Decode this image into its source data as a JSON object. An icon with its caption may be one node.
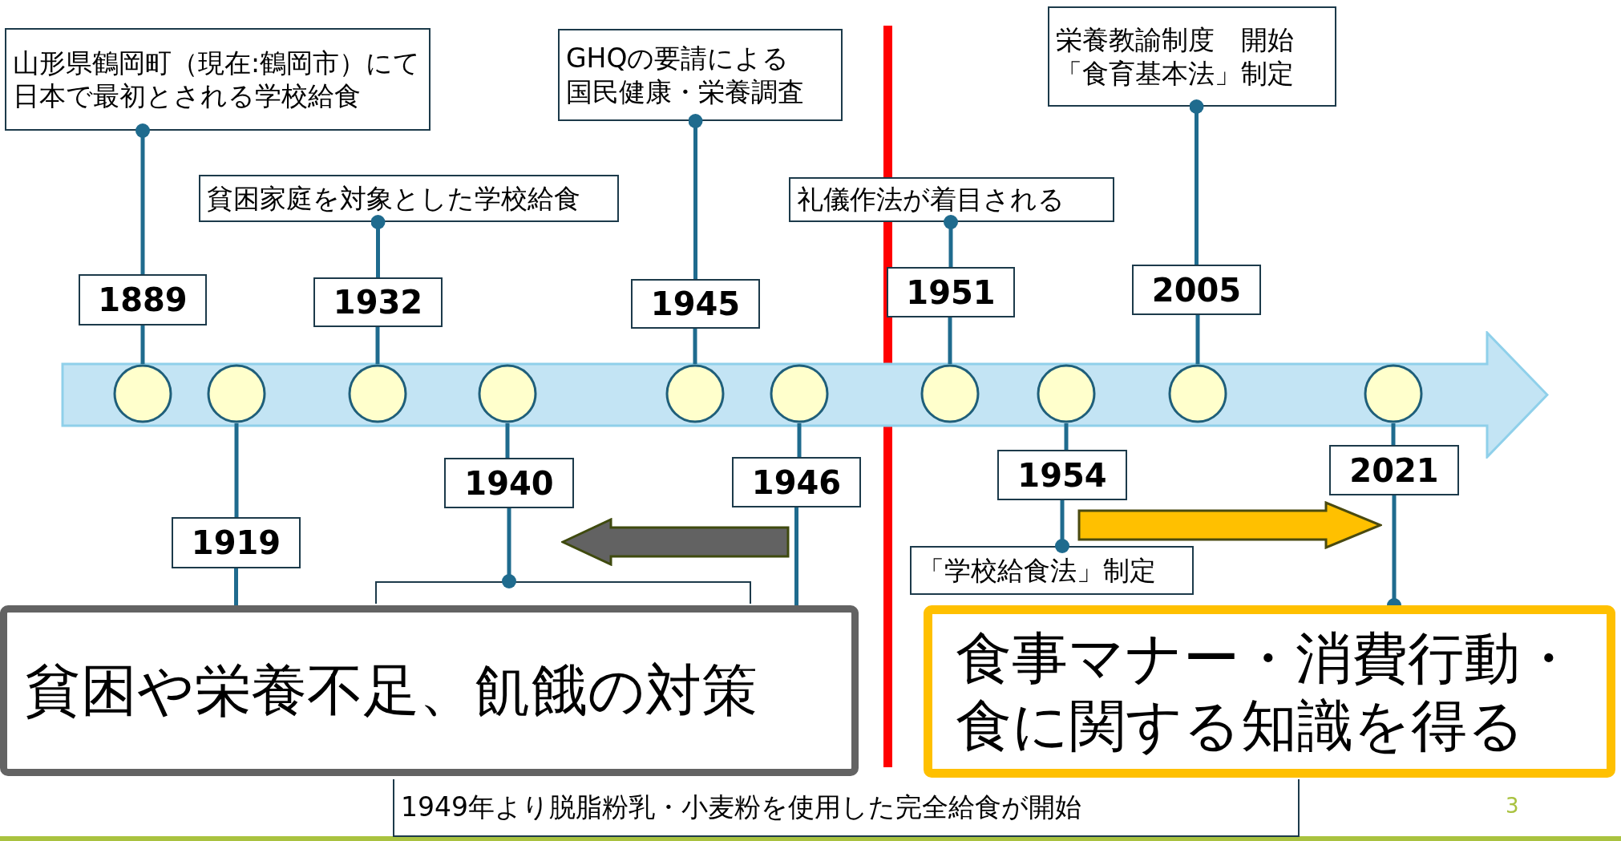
{
  "diagram": {
    "nodes": [
      {
        "text": [
          "山形県鶴岡町（現在:鶴岡市）にて日本で最初とされる学校給食"
        ]
      },
      {
        "text": [
          "GHQの要請による国民健康・栄養調査"
        ]
      },
      {
        "text": [
          "栄養教諭制度　開始「食育基本法」制定"
        ]
      },
      {
        "text": [
          "貧困家庭を対象とした学校給食"
        ]
      },
      {
        "text": [
          "礼儀作法が着目される"
        ]
      },
      {
        "text": [
          "1889"
        ]
      },
      {
        "text": [
          "1932"
        ]
      },
      {
        "text": [
          "1945"
        ]
      },
      {
        "text": [
          "1951"
        ]
      },
      {
        "text": [
          "2005"
        ]
      },
      {
        "text": [],
        "shape": "arrow"
      },
      {
        "text": [],
        "shape": "circle",
        "in": 10
      },
      {
        "text": [],
        "shape": "circle",
        "in": 10
      },
      {
        "text": [],
        "shape": "circle",
        "in": 10
      },
      {
        "text": [],
        "shape": "circle",
        "in": 10
      },
      {
        "text": [],
        "shape": "circle",
        "in": 10
      },
      {
        "text": [],
        "shape": "circle",
        "in": 10
      },
      {
        "text": [],
        "shape": "circle",
        "in": 10
      },
      {
        "text": [],
        "shape": "circle",
        "in": 10
      },
      {
        "text": [],
        "shape": "circle",
        "in": 10
      },
      {
        "text": [],
        "shape": "circle",
        "in": 10
      },
      {
        "text": [
          "1919"
        ]
      },
      {
        "text": [
          "1940"
        ]
      },
      {
        "text": [
          "1946"
        ]
      },
      {
        "text": [
          "1954"
        ]
      },
      {
        "text": [
          "2021"
        ]
      },
      {
        "text": [
          "「学校給食法」制定"
        ]
      },
      {
        "text": [],
        "shape": "box"
      },
      {
        "text": [
          "1949年より脱脂粉乳・小麦粉を使用した完全給食が開始"
        ]
      },
      {
        "text": [
          "貧困や栄養不足、飢餓の対策"
        ]
      },
      {
        "text": [
          "食事マナー・消費行動・食に関する知識を得る"
        ]
      },
      {
        "text": [],
        "shape": "arrow"
      },
      {
        "text": [],
        "shape": "arrow"
      }
    ],
    "edges": [
      {
        "from": 11,
        "to": 5,
        "arrow": "none"
      },
      {
        "from": 5,
        "to": 0,
        "arrow": "other"
      },
      {
        "from": 13,
        "to": 6,
        "arrow": "none"
      },
      {
        "from": 6,
        "to": 3,
        "arrow": "other"
      },
      {
        "from": 15,
        "to": 7,
        "arrow": "none"
      },
      {
        "from": 7,
        "to": 1,
        "arrow": "other"
      },
      {
        "from": 17,
        "to": 8,
        "arrow": "none"
      },
      {
        "from": 8,
        "to": 4,
        "arrow": "other"
      },
      {
        "from": 19,
        "to": 9,
        "arrow": "none"
      },
      {
        "from": 9,
        "to": 2,
        "arrow": "other"
      },
      {
        "from": 12,
        "to": 21,
        "arrow": "none"
      },
      {
        "from": 21,
        "to": 29,
        "arrow": "none"
      },
      {
        "from": 14,
        "to": 22,
        "arrow": "none"
      },
      {
        "from": 22,
        "to": 27,
        "arrow": "other"
      },
      {
        "from": 16,
        "to": 23,
        "arrow": "none"
      },
      {
        "from": 23,
        "to": 29,
        "arrow": "none"
      },
      {
        "from": 18,
        "to": 24,
        "arrow": "none"
      },
      {
        "from": 24,
        "to": 26,
        "arrow": "other"
      },
      {
        "from": 20,
        "to": 25,
        "arrow": "none"
      },
      {
        "from": 25,
        "to": 30,
        "arrow": "other"
      }
    ],
    "labels": [
      "3"
    ]
  }
}
